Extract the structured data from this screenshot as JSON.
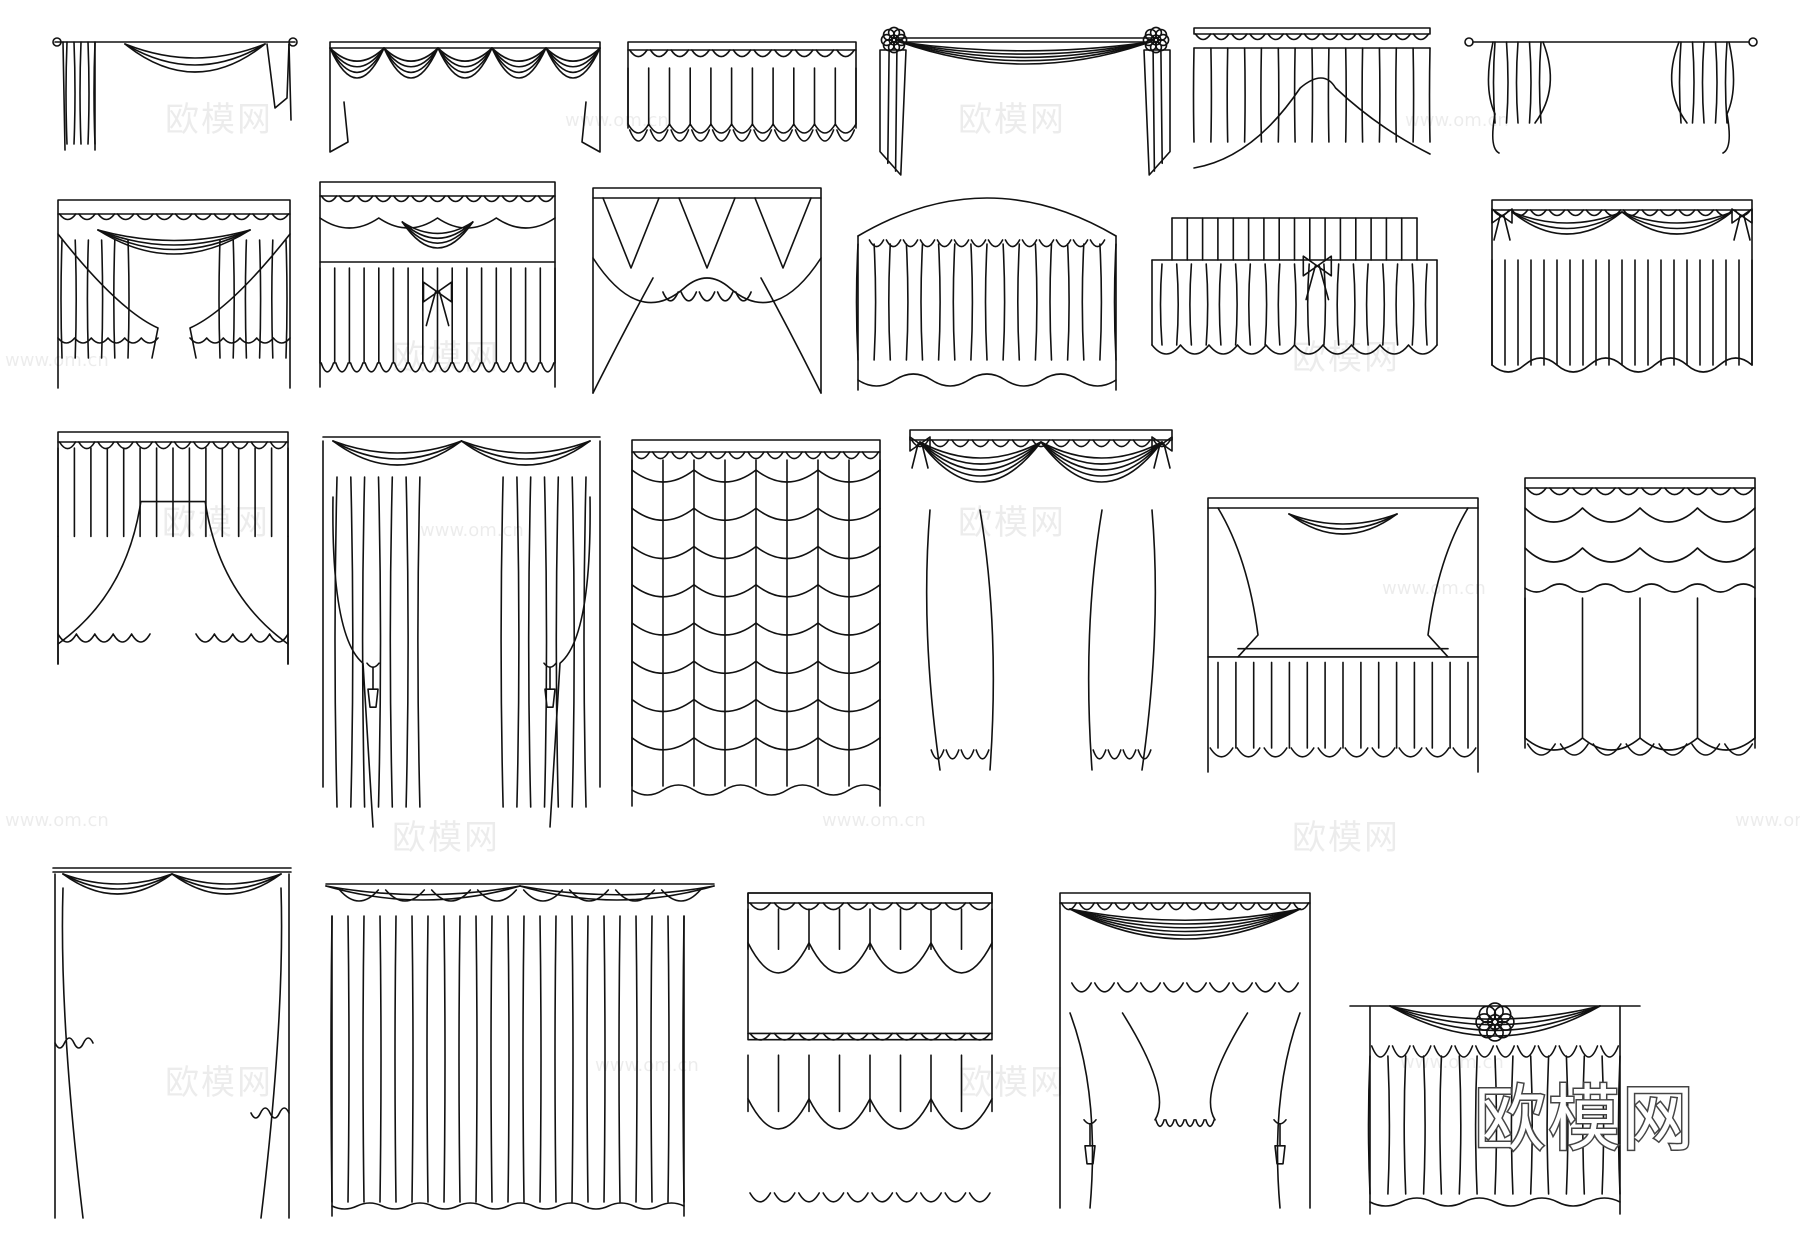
{
  "watermark": {
    "brand": "欧模网",
    "url": "www.om.cn"
  },
  "logo": {
    "text": "欧模网"
  },
  "sheet": {
    "stroke_color": "#111111",
    "background": "#ffffff",
    "items": [
      {
        "name": "swag-valance-with-rod"
      },
      {
        "name": "scalloped-swag-valance"
      },
      {
        "name": "box-pleat-balloon-valance"
      },
      {
        "name": "rod-swag-with-rosettes"
      },
      {
        "name": "arched-pleated-valance"
      },
      {
        "name": "rod-tieback-curtains"
      },
      {
        "name": "festoon-swag-drapery"
      },
      {
        "name": "layered-theatre-drapery"
      },
      {
        "name": "vee-scalloped-drapery"
      },
      {
        "name": "arched-balloon-valance"
      },
      {
        "name": "bow-trimmed-balloon-valance"
      },
      {
        "name": "swag-and-tail-drapery"
      },
      {
        "name": "fan-edge-arched-drapery"
      },
      {
        "name": "tasseled-tieback-drapery"
      },
      {
        "name": "austrian-festoon-blind"
      },
      {
        "name": "fringed-arch-drapery"
      },
      {
        "name": "framed-window-drapery"
      },
      {
        "name": "scalloped-roman-drapery"
      },
      {
        "name": "open-swag-panel-drapery"
      },
      {
        "name": "pleated-full-length-drapery"
      },
      {
        "name": "two-tier-balloon-blind"
      },
      {
        "name": "jabot-tieback-drapery"
      },
      {
        "name": "rosette-cover-drapery"
      }
    ]
  }
}
